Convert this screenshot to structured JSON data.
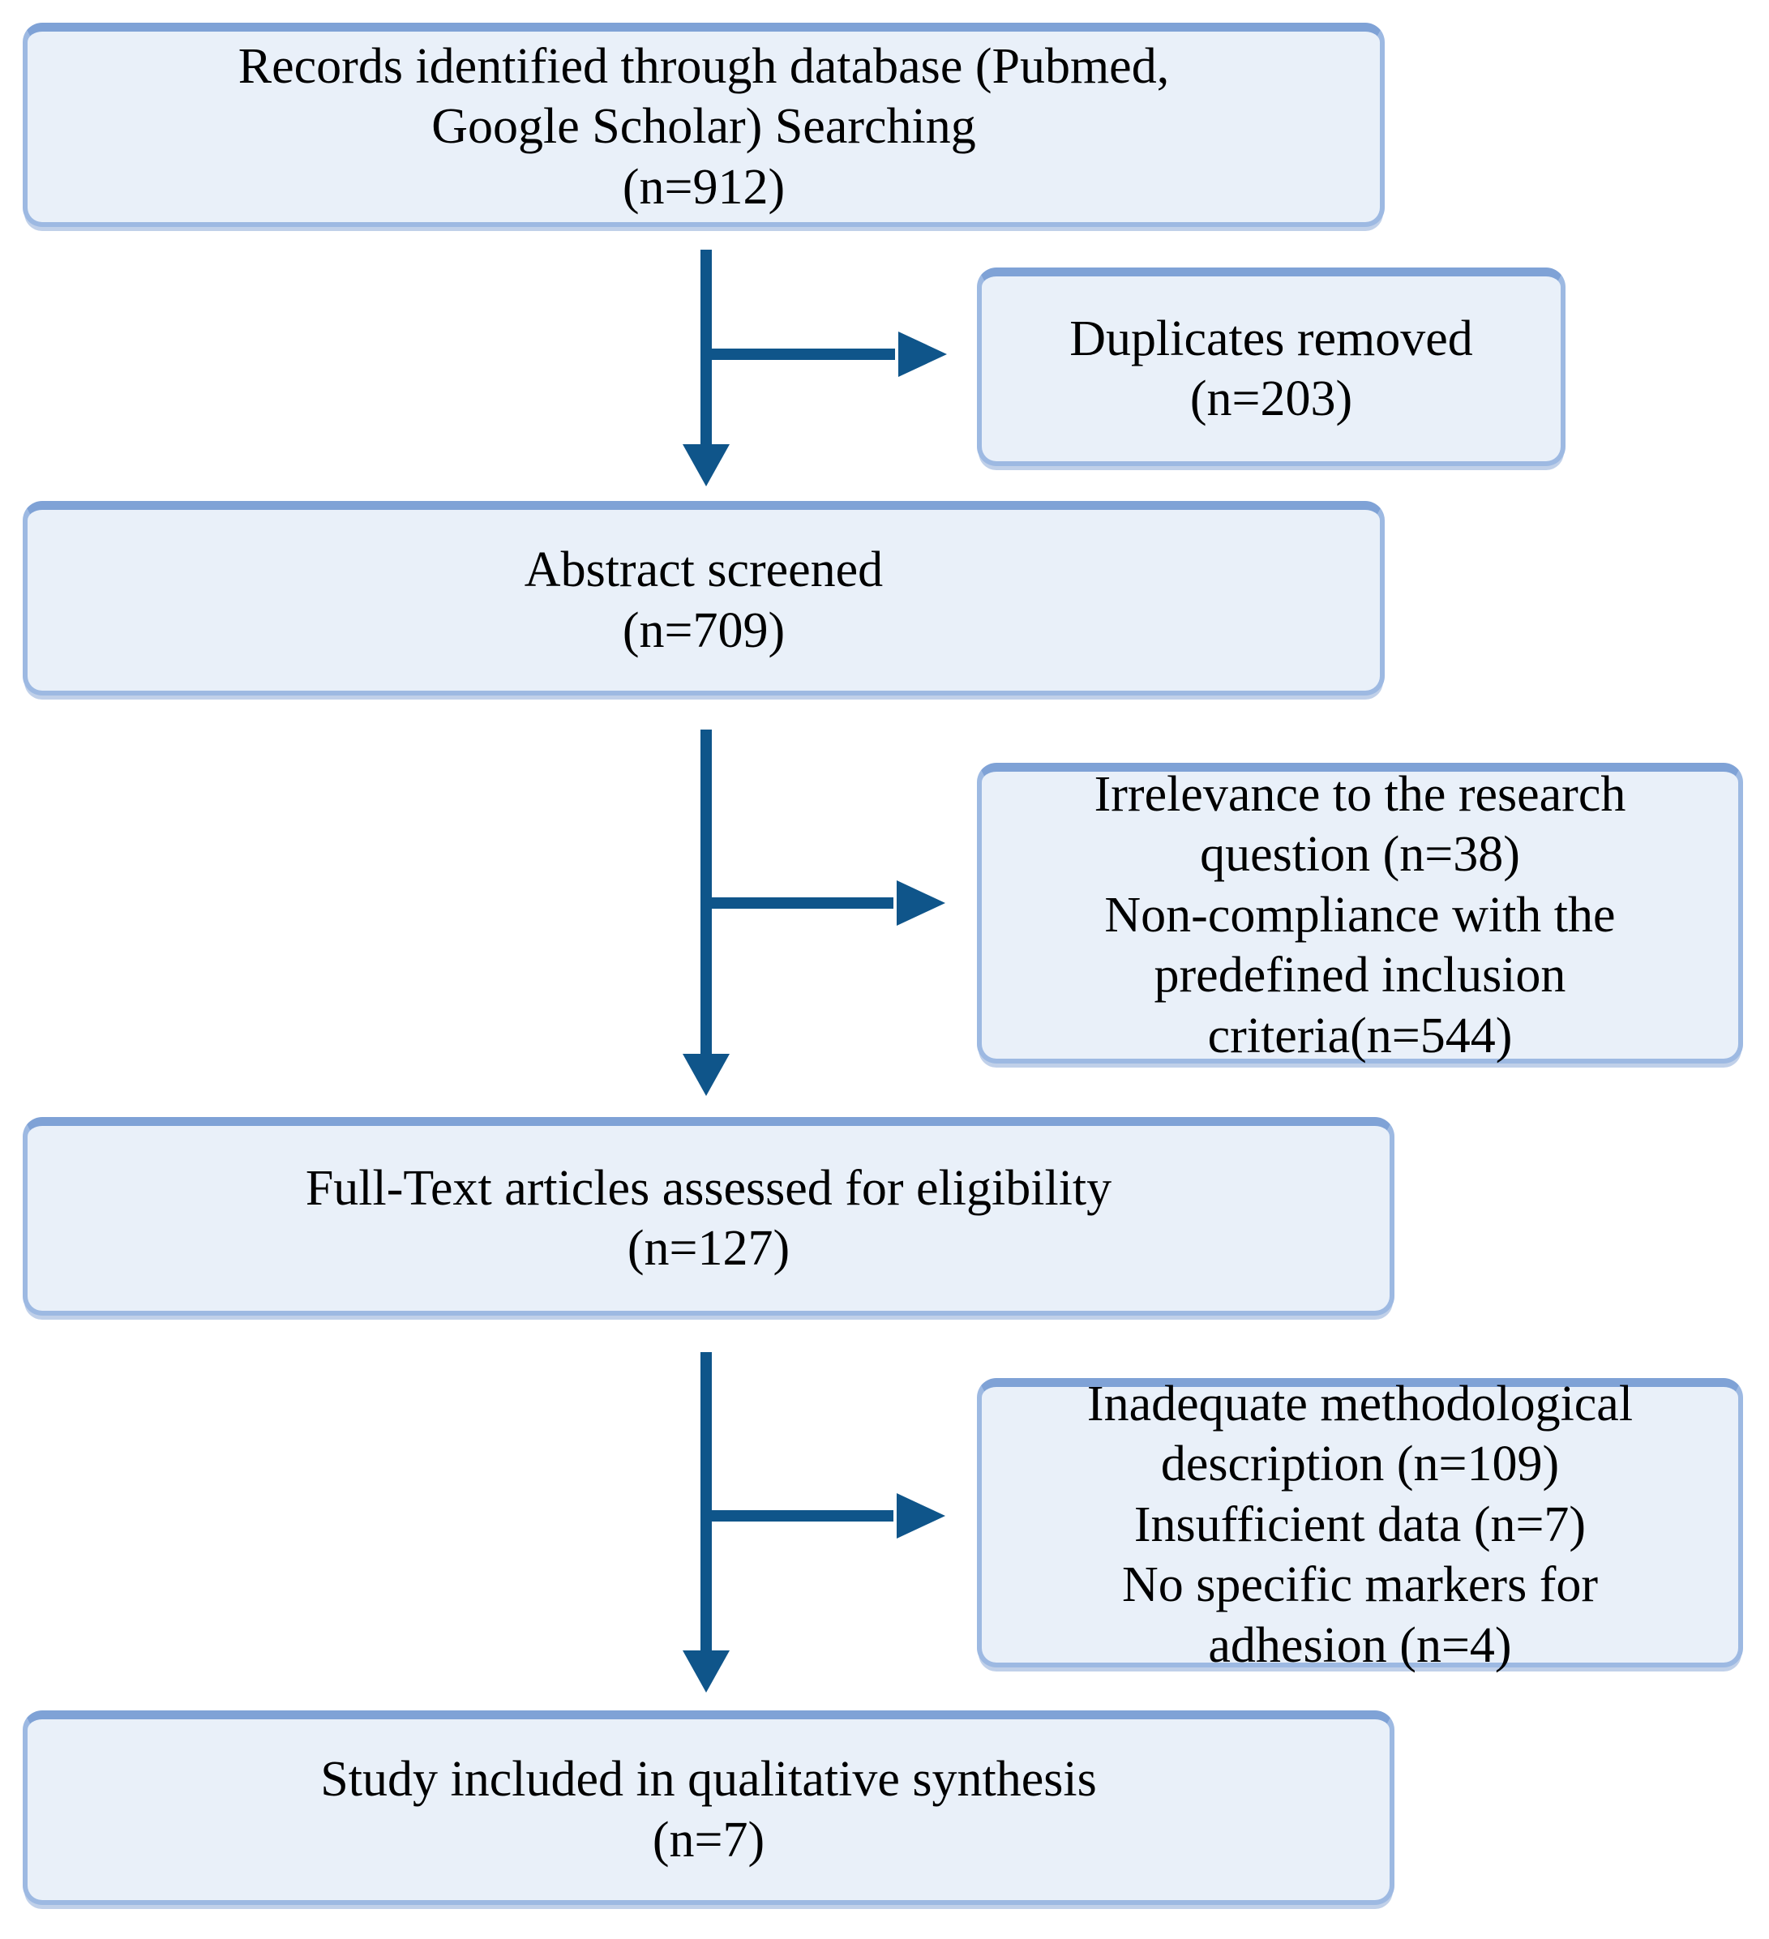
{
  "diagram": {
    "type": "flowchart",
    "description": "Study selection flow diagram"
  },
  "colors": {
    "background": "#ffffff",
    "box_fill": "#e9f0f9",
    "box_border": "#9db9e2",
    "box_border_top": "#7fa2d6",
    "arrow": "#0f558a",
    "text": "#000000"
  },
  "boxes": {
    "records_identified": {
      "text": "Records identified through database (Pubmed,\nGoogle Scholar) Searching\n(n=912)",
      "count": 912
    },
    "duplicates_removed": {
      "text": "Duplicates removed\n(n=203)",
      "count": 203
    },
    "abstract_screened": {
      "text": "Abstract screened\n(n=709)",
      "count": 709
    },
    "abstract_excluded": {
      "text": "Irrelevance to the research\nquestion (n=38)\nNon-compliance with the\npredefined inclusion\ncriteria(n=544)",
      "count_irrelevance": 38,
      "count_non_compliance": 544
    },
    "fulltext_assessed": {
      "text": "Full-Text articles assessed for eligibility\n(n=127)",
      "count": 127
    },
    "fulltext_excluded": {
      "text": "Inadequate methodological\ndescription (n=109)\nInsufficient data (n=7)\nNo specific markers for\nadhesion (n=4)",
      "count_inadequate_description": 109,
      "count_insufficient_data": 7,
      "count_no_specific_markers": 4
    },
    "included_qualitative": {
      "text": "Study included in qualitative synthesis\n(n=7)",
      "count": 7
    }
  }
}
